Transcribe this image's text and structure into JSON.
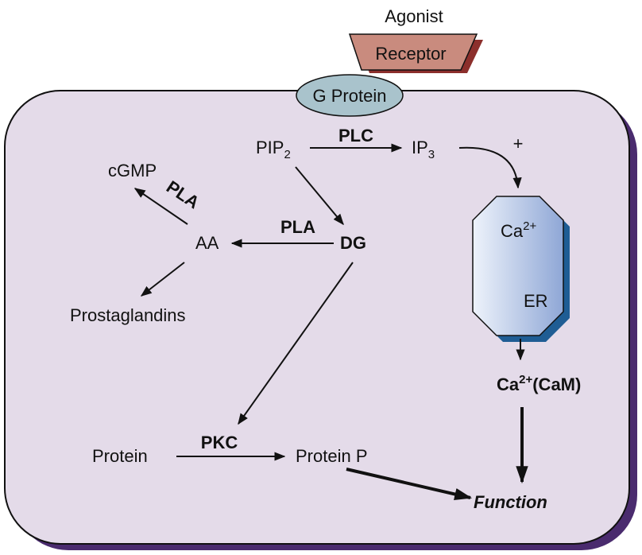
{
  "labels": {
    "agonist": "Agonist",
    "receptor": "Receptor",
    "g_protein": "G Protein",
    "pip2_base": "PIP",
    "pip2_sub": "2",
    "plc": "PLC",
    "ip3_base": "IP",
    "ip3_sub": "3",
    "plus": "+",
    "cgmp": "cGMP",
    "pla_diag": "PLA",
    "pla_horiz": "PLA",
    "aa": "AA",
    "dg": "DG",
    "prostaglandins": "Prostaglandins",
    "er_ca_base": "Ca",
    "er_ca_sup": "2+",
    "er": "ER",
    "ca_cam_base": "Ca",
    "ca_cam_sup": "2+",
    "ca_cam_rest": "(CaM)",
    "protein": "Protein",
    "pkc": "PKC",
    "protein_p": "Protein P",
    "function": "Function"
  },
  "colors": {
    "cell_fill": "#e4dbe9",
    "cell_shadow": "#4a2b6e",
    "receptor_fill": "#c98b7e",
    "receptor_shadow": "#8c2f2c",
    "gprotein_fill": "#a9c3cc",
    "er_shadow": "#1f5d94",
    "er_light": "#eef3fb",
    "er_dark": "#8fa7d6"
  }
}
